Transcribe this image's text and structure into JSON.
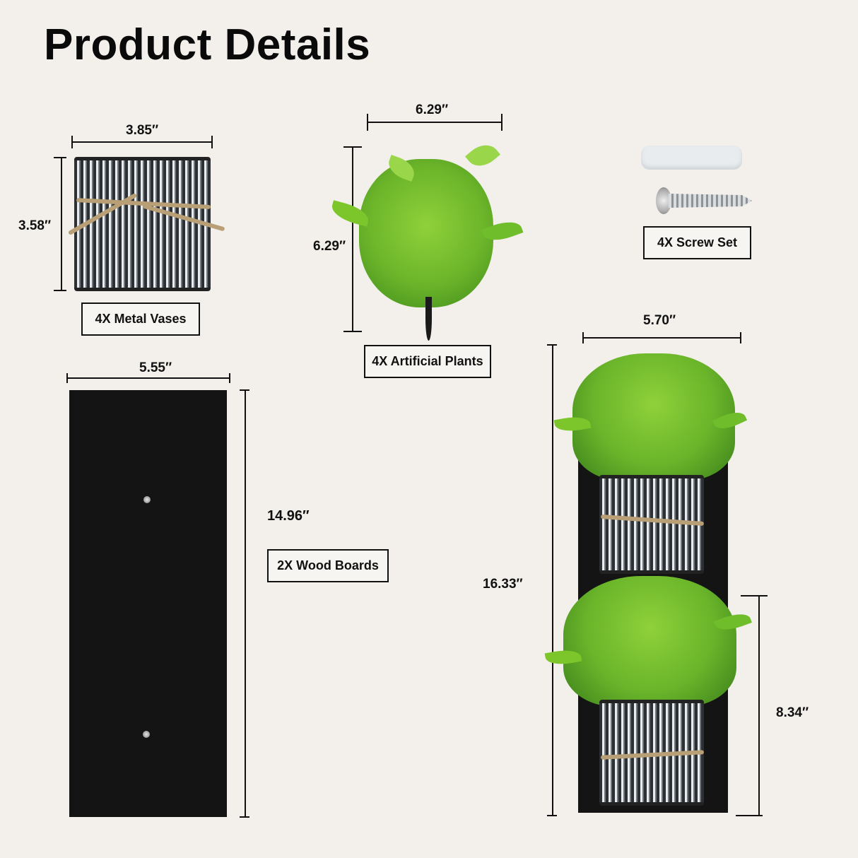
{
  "header": {
    "title": "Product Details"
  },
  "items": {
    "vase": {
      "label": "4X Metal Vases",
      "width": "3.85″",
      "height": "3.58″"
    },
    "plant": {
      "label": "4X Artificial Plants",
      "width": "6.29″",
      "height": "6.29″"
    },
    "screw": {
      "label": "4X Screw Set"
    },
    "board": {
      "label": "2X Wood Boards",
      "width": "5.55″",
      "height": "14.96″"
    },
    "assembled": {
      "width": "5.70″",
      "height": "16.33″",
      "section_height": "8.34″"
    }
  },
  "colors": {
    "background": "#f3f0eb",
    "text": "#111111",
    "board": "#141414",
    "leaf": "#7cc62c",
    "twine": "#b89f76"
  }
}
